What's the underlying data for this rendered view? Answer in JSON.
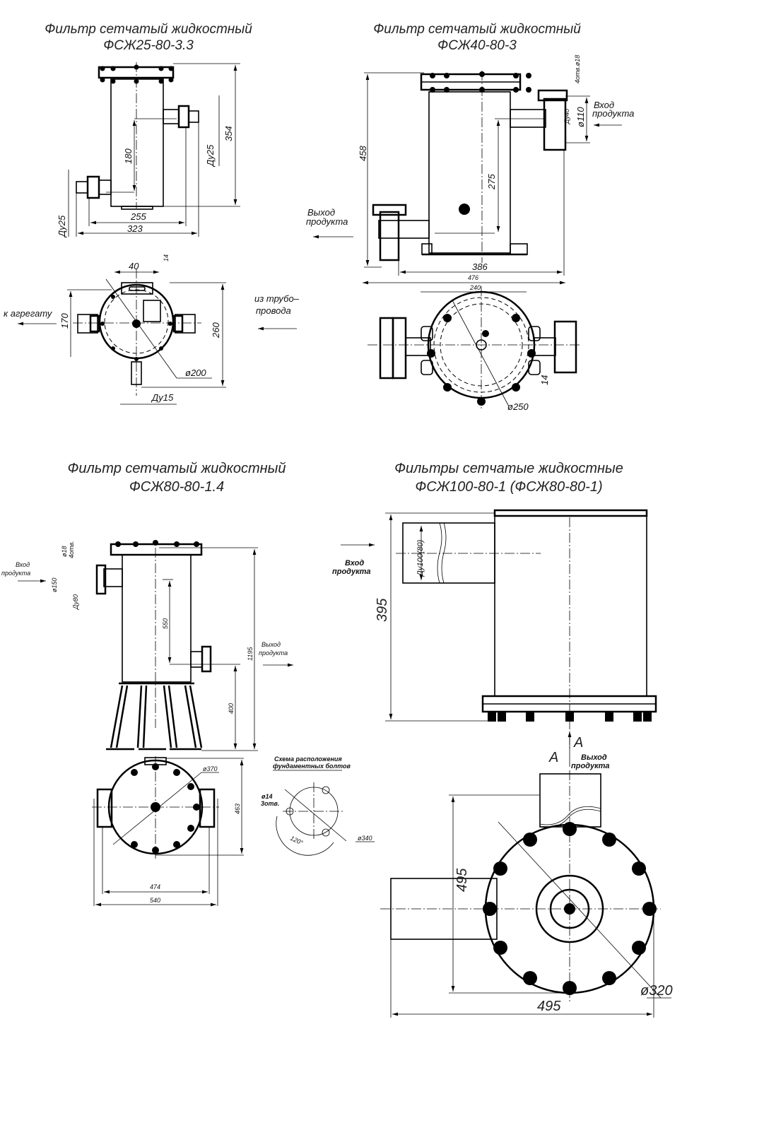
{
  "sheet": {
    "drawings": [
      {
        "id": "fszh25",
        "title_line1": "Фильтр сетчатый жидкостный",
        "title_line2": "ФСЖ25-80-3.3",
        "dims": {
          "height_total": "354",
          "inlet_to_outlet": "180",
          "du_inlet": "Ду25",
          "du_outlet": "Ду25",
          "width_inner": "255",
          "width_outer": "323",
          "flange_lug": "40",
          "lug_offset": "14",
          "side_height": "170",
          "plan_height": "260",
          "diameter": "ø200",
          "drain": "Ду15"
        },
        "labels": {
          "to_unit": "к агрегату",
          "from_pipe_1": "из трубо–",
          "from_pipe_2": "провода"
        }
      },
      {
        "id": "fszh40",
        "title_line1": "Фильтр сетчатый жидкостный",
        "title_line2": "ФСЖ40-80-3",
        "dims": {
          "height_total": "458",
          "inlet_to_outlet": "275",
          "holes": "4отв.ø18",
          "du": "Ду40",
          "flange_diameter": "ø110",
          "width": "386",
          "plan_overall": "476",
          "plan_lugs": "240",
          "lug_offset": "14",
          "diameter": "ø250"
        },
        "labels": {
          "inlet_1": "Вход",
          "inlet_2": "продукта",
          "outlet_1": "Выход",
          "outlet_2": "продукта"
        }
      },
      {
        "id": "fszh80_14",
        "title_line1": "Фильтр сетчатый жидкостный",
        "title_line2": "ФСЖ80-80-1.4",
        "dims": {
          "height_total": "1195",
          "inlet_to_outlet": "550",
          "outlet_height": "400",
          "holes_d": "ø18",
          "holes_n": "4отв.",
          "flange_diameter": "ø150",
          "du": "Ду80",
          "diameter": "ø370",
          "plan_height": "463",
          "plan_inner": "474",
          "plan_outer": "540"
        },
        "labels": {
          "inlet_1": "Вход",
          "inlet_2": "продукта",
          "outlet_1": "Выход",
          "outlet_2": "продукта"
        },
        "bolt_scheme": {
          "title_1": "Схема расположения",
          "title_2": "фундаментных болтов",
          "hole_d": "ø14",
          "hole_n": "3отв.",
          "angle": "120°",
          "circle": "ø340"
        }
      },
      {
        "id": "fszh100",
        "title_line1": "Фильтры сетчатые жидкостные",
        "title_line2": "ФСЖ100-80-1 (ФСЖ80-80-1)",
        "dims": {
          "height_total": "395",
          "du": "Ду100(80)",
          "plan_height": "495",
          "plan_width": "495",
          "diameter": "ø320"
        },
        "labels": {
          "inlet_1": "Вход",
          "inlet_2": "продукта",
          "outlet_1": "Выход",
          "outlet_2": "продукта",
          "section_a1": "A",
          "section_a2": "A"
        }
      }
    ]
  }
}
